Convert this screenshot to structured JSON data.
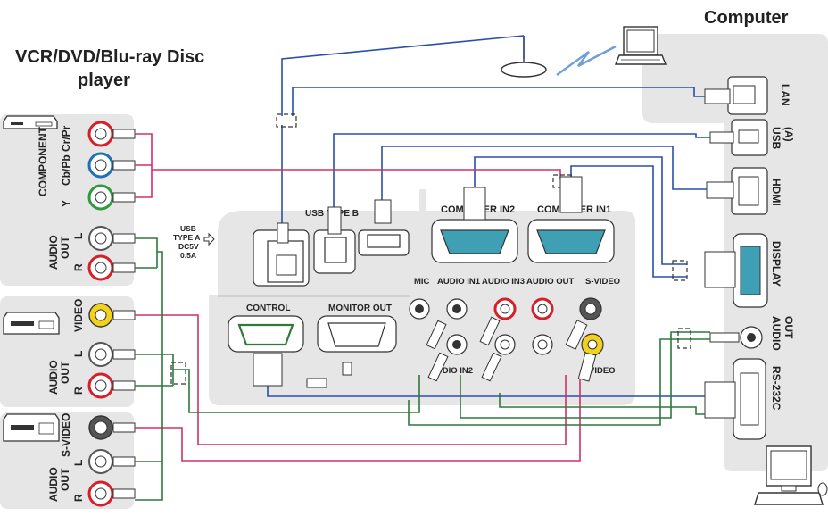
{
  "labels": {
    "computer": "Computer",
    "source_line1": "VCR/DVD/Blu-ray Disc",
    "source_line2": "player",
    "component": "COMPONENT",
    "cb_pb_cr_pr": "Cb/Pb Cr/Pr",
    "y": "Y",
    "audio_out_1": "AUDIO",
    "audio_out_2": "OUT",
    "l": "L",
    "r": "R",
    "video": "VIDEO",
    "s_video": "S-VIDEO",
    "usb_type_a_1": "USB",
    "usb_type_a_2": "TYPE A",
    "usb_type_a_3": "DC5V",
    "usb_type_a_4": "0.5A",
    "usb_type_b": "USB TYPE B",
    "computer_in2": "COMPUTER IN2",
    "computer_in1": "COMPUTER IN1",
    "control": "CONTROL",
    "monitor_out": "MONITOR OUT",
    "mic": "MIC",
    "audio_in1": "AUDIO IN1",
    "audio_in2": "AUDIO IN2",
    "audio_in3": "AUDIO IN3",
    "audio_out_port": "AUDIO OUT",
    "s_video_port": "S-VIDEO",
    "video_port": "VIDEO",
    "lan": "LAN",
    "usb_a_1": "USB",
    "usb_a_2": "(A)",
    "hdmi": "HDMI",
    "display": "DISPLAY",
    "pc_audio_1": "AUDIO",
    "pc_audio_2": "OUT",
    "rs232c": "RS-232C"
  },
  "colors": {
    "panel": "#e6e6e6",
    "wire_blue": "#2a4fa8",
    "wire_pink": "#d0306a",
    "wire_green": "#2f7a3a",
    "rca_red": "#d4202a",
    "rca_blue": "#1f6fb5",
    "rca_green": "#2e9a3a",
    "rca_yellow": "#f2d21a",
    "rca_white": "#ffffff",
    "port_teal": "#3fa0b5",
    "wifi_blue": "#6f9fd8"
  }
}
